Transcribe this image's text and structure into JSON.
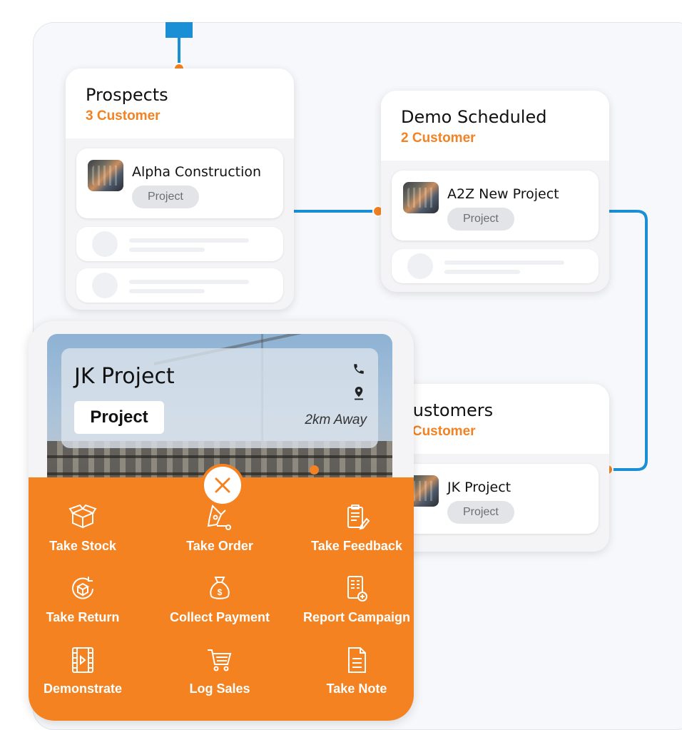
{
  "stages": [
    {
      "title": "Prospects",
      "count": "3 Customer",
      "items": [
        {
          "name": "Alpha Construction",
          "tag": "Project"
        }
      ]
    },
    {
      "title": "Demo Scheduled",
      "count": "2 Customer",
      "items": [
        {
          "name": "A2Z New Project",
          "tag": "Project"
        }
      ]
    },
    {
      "title": "Customers",
      "count": "1 Customer",
      "items": [
        {
          "name": "JK Project",
          "tag": "Project"
        }
      ]
    }
  ],
  "detail": {
    "title": "JK Project",
    "badge": "Project",
    "distance": "2km Away"
  },
  "actions": [
    {
      "label": "Take Stock",
      "icon": "box-icon"
    },
    {
      "label": "Take Order",
      "icon": "pen-nib-icon"
    },
    {
      "label": "Take Feedback",
      "icon": "clipboard-edit-icon"
    },
    {
      "label": "Take Return",
      "icon": "return-box-icon"
    },
    {
      "label": "Collect Payment",
      "icon": "money-bag-icon"
    },
    {
      "label": "Report Campaign",
      "icon": "report-add-icon"
    },
    {
      "label": "Demonstrate",
      "icon": "film-play-icon"
    },
    {
      "label": "Log Sales",
      "icon": "cart-icon"
    },
    {
      "label": "Take Note",
      "icon": "note-icon"
    }
  ],
  "colors": {
    "accent": "#f58220",
    "count": "#f28223",
    "connector": "#1a8fd6"
  }
}
